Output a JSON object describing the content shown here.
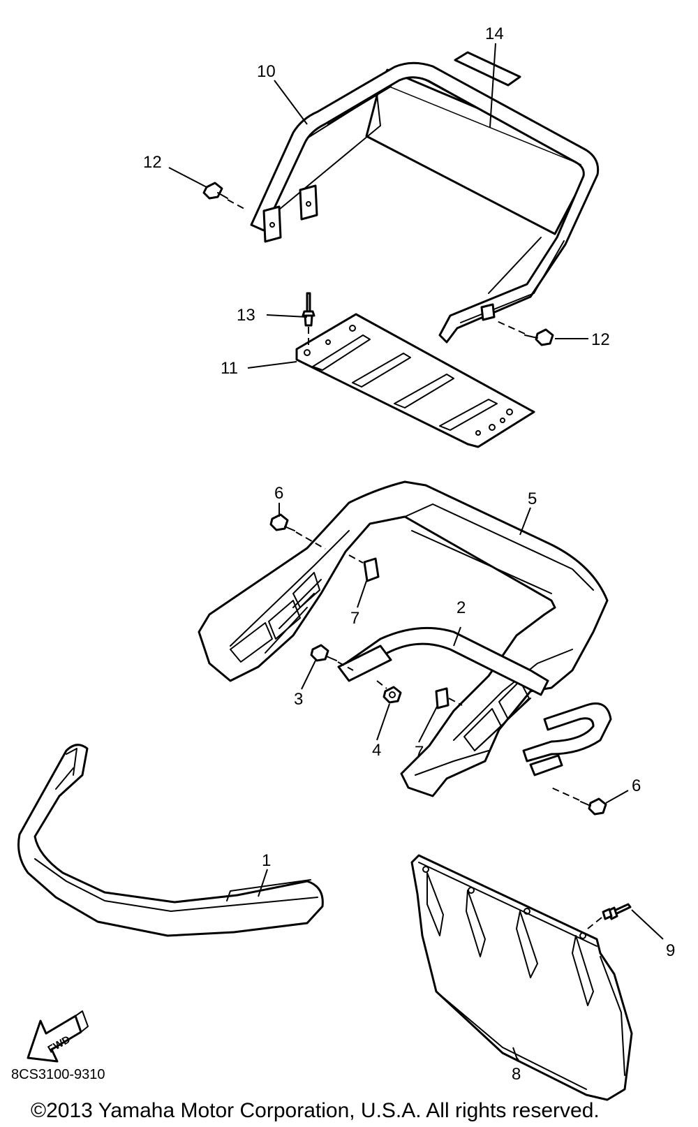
{
  "callouts": {
    "c1": "1",
    "c2": "2",
    "c3": "3",
    "c4": "4",
    "c5": "5",
    "c6a": "6",
    "c6b": "6",
    "c7a": "7",
    "c7b": "7",
    "c8": "8",
    "c9": "9",
    "c10": "10",
    "c11": "11",
    "c12a": "12",
    "c12b": "12",
    "c13": "13",
    "c14": "14"
  },
  "fwd_label": "FWD",
  "diagram_code": "8CS3100-9310",
  "copyright": "©2013 Yamaha Motor Corporation, U.S.A. All rights reserved.",
  "icons": {
    "fwd": "fwd-arrow-icon"
  }
}
